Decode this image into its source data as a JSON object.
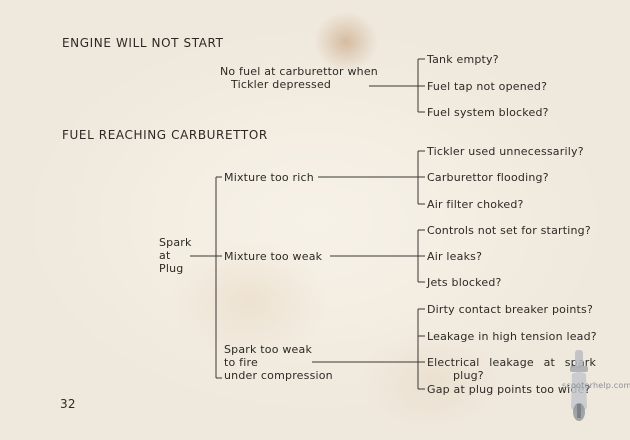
{
  "section1": {
    "heading": "ENGINE WILL NOT START",
    "cause_line1": "No fuel at carburettor when",
    "cause_line2": "Tickler depressed",
    "checks": [
      "Tank empty?",
      "Fuel tap not opened?",
      "Fuel system blocked?"
    ]
  },
  "section2": {
    "heading": "FUEL REACHING CARBURETTOR",
    "root": [
      "Spark",
      "at",
      "Plug"
    ],
    "rich": {
      "label": "Mixture too rich",
      "checks": [
        "Tickler used unnecessarily?",
        "Carburettor flooding?",
        "Air filter choked?"
      ]
    },
    "weak": {
      "label": "Mixture too weak",
      "checks": [
        "Controls not set for starting?",
        "Air leaks?",
        "Jets blocked?"
      ]
    },
    "spark": {
      "label_lines": [
        "Spark too weak",
        "to fire",
        "under compression"
      ],
      "checks": [
        "Dirty contact breaker points?",
        "Leakage in high tension lead?",
        "Electrical leakage at spark",
        "plug?",
        "Gap at plug points too wide?"
      ]
    }
  },
  "page_number": "32",
  "watermark_text": "scooterhelp.com"
}
